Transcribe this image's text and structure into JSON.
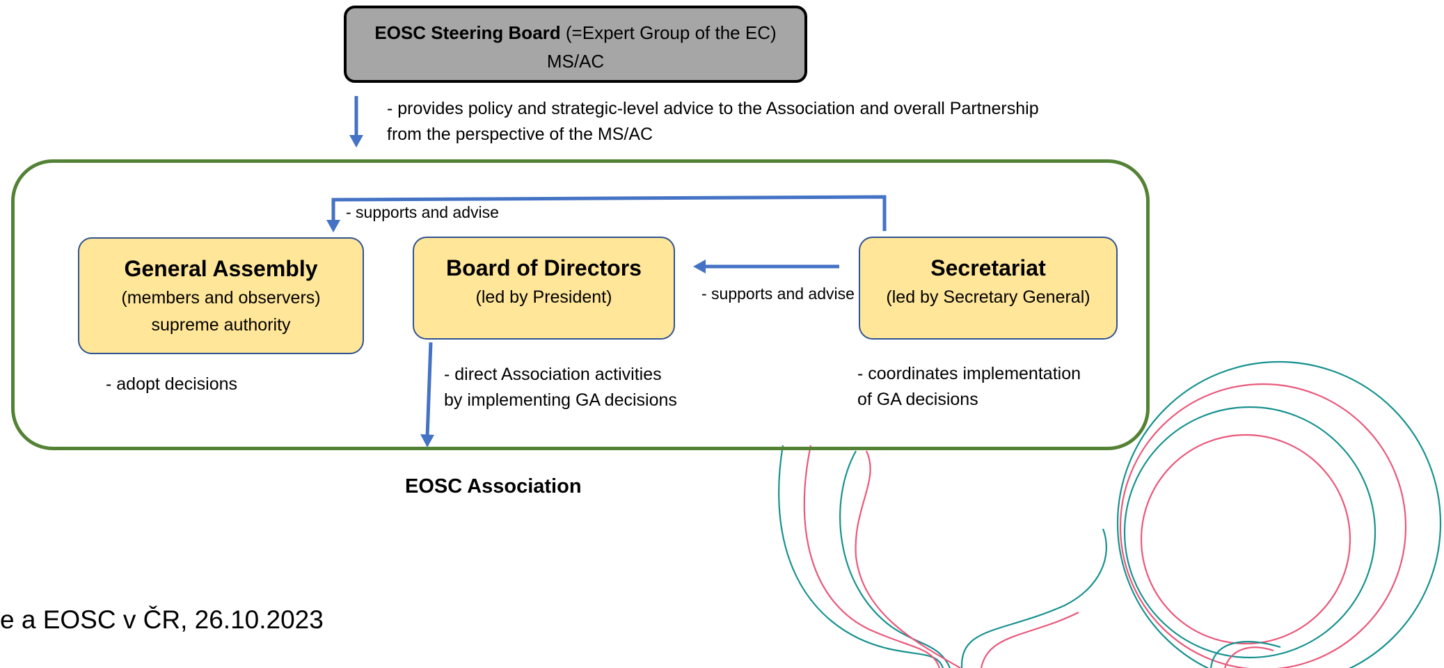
{
  "steering_board": {
    "title_bold": "EOSC Steering Board",
    "title_rest": " (=Expert Group of the EC)",
    "subtitle": "MS/AC",
    "advice": [
      "- provides policy and strategic-level advice to the Association and overall Partnership",
      "from the perspective of the MS/AC"
    ]
  },
  "association": {
    "label": "EOSC Association",
    "general_assembly": {
      "title": "General Assembly",
      "lines": [
        "(members and observers)",
        "supreme authority"
      ],
      "note": "- adopt decisions"
    },
    "board_of_directors": {
      "title": "Board of Directors",
      "lines": [
        "(led by President)"
      ],
      "note": [
        "- direct Association activities",
        "by implementing GA decisions"
      ]
    },
    "secretariat": {
      "title": "Secretariat",
      "lines": [
        "(led by Secretary General)"
      ],
      "note": [
        "- coordinates implementation",
        "of GA decisions"
      ]
    },
    "link_secretariat_to_ga": "- supports and advise",
    "link_secretariat_to_bod": "- supports and advise"
  },
  "footer": {
    "meeting_text": "e a EOSC v ČR, 26.10.2023"
  },
  "colors": {
    "arrow": "#4472c4",
    "org_border": "#548235",
    "box_fill": "#ffe699",
    "box_border": "#2f528f",
    "steering_fill": "#a6a6a6",
    "logo_teal": "#16918f",
    "logo_pink": "#e9587a"
  },
  "icons": [
    "eosc-logo-decoration"
  ]
}
